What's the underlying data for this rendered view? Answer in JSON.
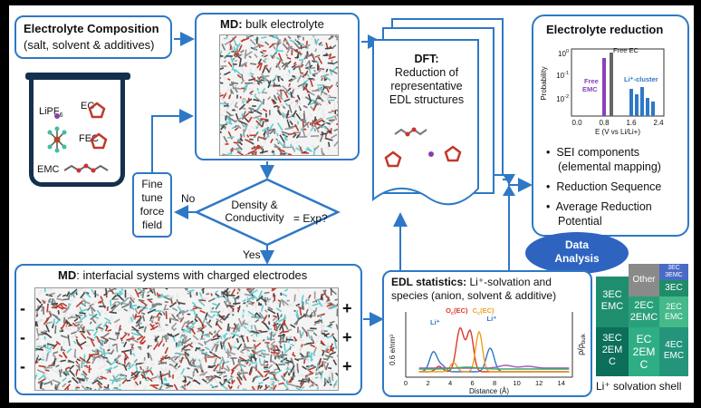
{
  "composition": {
    "title": "Electrolyte Composition",
    "subtitle": "(salt, solvent & additives)",
    "beaker_labels": [
      "LiPF",
      "6",
      "EC",
      "FEC",
      "EMC"
    ]
  },
  "md_bulk": {
    "title_bold": "MD:",
    "title_rest": " bulk electrolyte"
  },
  "decision": {
    "line1": "Density &",
    "line2": "Conductivity",
    "tail": "= Exp?",
    "no_label": "No",
    "yes_label": "Yes"
  },
  "fine_tune": {
    "line1": "Fine",
    "line2": "tune",
    "line3": "force",
    "line4": "field"
  },
  "dft": {
    "title": "DFT:",
    "line1": "Reduction of",
    "line2": "representative",
    "line3": "EDL structures"
  },
  "reduction": {
    "title": "Electrolyte reduction",
    "bullets": [
      "SEI components",
      "(elemental mapping)",
      "Reduction Sequence",
      "Average Reduction",
      "Potential"
    ],
    "chart": {
      "ylabel": "Probability",
      "xlabel": "E (V vs Li/Li+)",
      "xticks": [
        "0.0",
        "0.8",
        "1.6",
        "2.4"
      ],
      "yticks": [
        "10",
        "10",
        "10",
        "0",
        "-1",
        "-2"
      ],
      "labels": {
        "free_ec": "Free EC",
        "free_emc_1": "Free",
        "free_emc_2": "EMC",
        "cluster": "Li⁺-cluster"
      }
    }
  },
  "data_analysis": {
    "line1": "Data",
    "line2": "Analysis"
  },
  "md_interfacial": {
    "title_bold": "MD",
    "title_rest": ": interfacial systems with charged electrodes",
    "minus": "-",
    "plus": "+"
  },
  "edl": {
    "title_bold": "EDL statistics:",
    "title_rest": " Li⁺-solvation and",
    "line2": "species (anion, solvent & additive)",
    "ylabel_left": "0.6 e/nm³",
    "ylabel_right": "ρ/ρ",
    "ylabel_right_sub": "bulk",
    "xlabel": "Distance (Å)",
    "xticks": [
      "0",
      "2",
      "4",
      "6",
      "8",
      "10",
      "12",
      "14"
    ],
    "peaks": {
      "li_left": "Li⁺",
      "oc": "O",
      "oc_sub": "c",
      "oc_tail": "(EC)",
      "cc": "C",
      "cc_sub": "c",
      "cc_tail": "(EC)",
      "li_right": "Li⁺"
    }
  },
  "treemap": {
    "caption": "Li⁺ solvation shell",
    "cells": {
      "other": "Other",
      "small1a": "3EC",
      "small1b": "3EMC",
      "c3ec_a": "3EC",
      "c3ec_b": "EMC",
      "c2ec_a": "2EC",
      "c2ec_b": "2EMC",
      "c3ecs": "3EC",
      "c2ecs_a": "2EC",
      "c2ecs_b": "EMC",
      "c32_a": "3EC",
      "c32_b": "2EM",
      "c32_c": "C",
      "cbig_a": "EC",
      "cbig_b": "2EM",
      "cbig_c": "C",
      "c4ec_a": "4EC",
      "c4ec_b": "EMC"
    }
  },
  "colors": {
    "accent": "#2e78c6",
    "ellipse": "#2e64c0",
    "treemap_dark": "#0c6f5a",
    "treemap_light": "#4cbf8f"
  }
}
